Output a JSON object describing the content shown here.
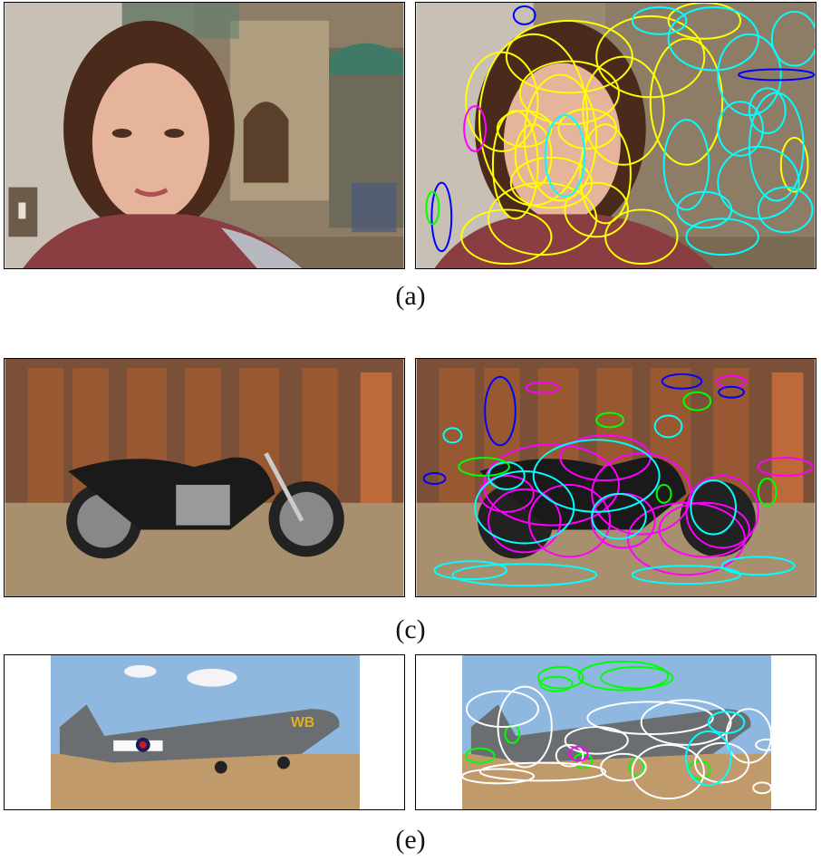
{
  "figure": {
    "rows": [
      {
        "label": "(a)",
        "subject": "face"
      },
      {
        "label": "(c)",
        "subject": "motorbike"
      },
      {
        "label": "(e)",
        "subject": "airplane"
      }
    ],
    "ellipse_colors": {
      "yellow": "#ffff00",
      "cyan": "#00ffff",
      "magenta": "#ff00ff",
      "green": "#00ff00",
      "blue": "#0000ff",
      "white": "#ffffff"
    },
    "airplane_tail_text": "WB"
  }
}
